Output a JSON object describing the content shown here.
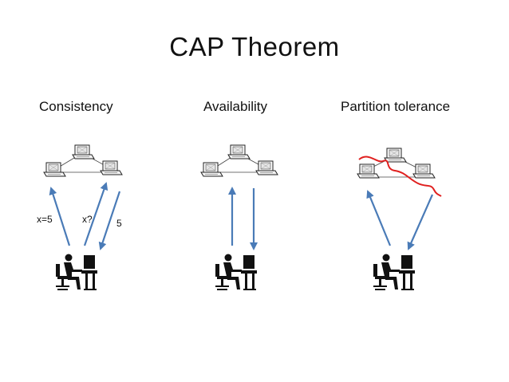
{
  "title": "CAP Theorem",
  "panels": [
    {
      "heading": "Consistency",
      "annotations": [
        "x=5",
        "x?",
        "5"
      ]
    },
    {
      "heading": "Availability",
      "annotations": []
    },
    {
      "heading": "Partition tolerance",
      "annotations": []
    }
  ],
  "colors": {
    "arrow": "#4a7bb7",
    "partition": "#e0201f",
    "icon": "#111111"
  }
}
